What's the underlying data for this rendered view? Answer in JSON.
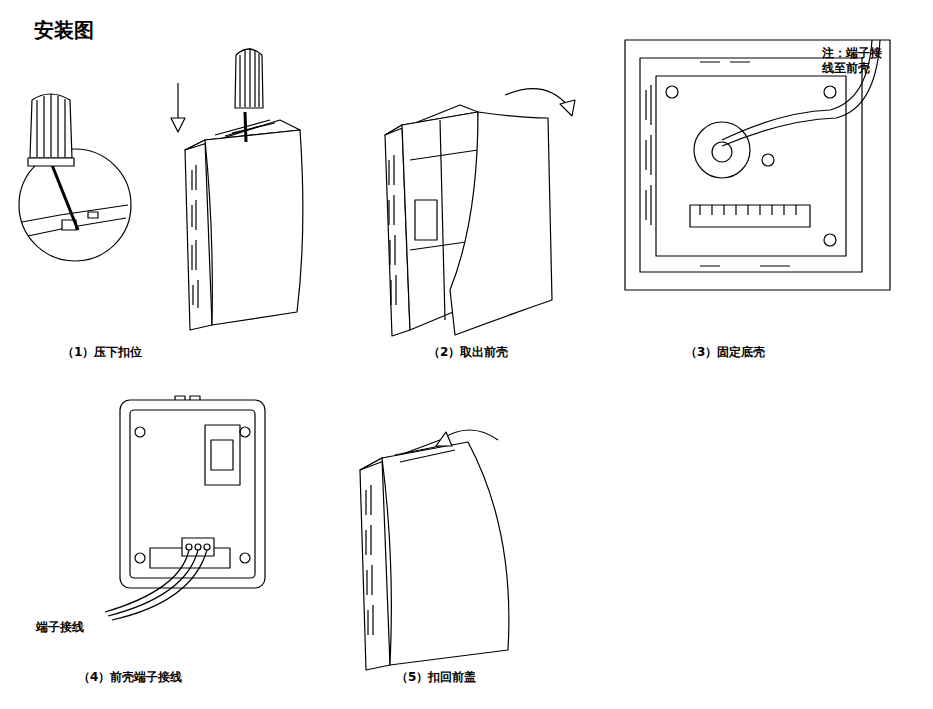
{
  "diagram": {
    "title": "安装图",
    "labels": [
      "注：端子接线至前壳",
      "（1）压下扣位",
      "（2）取出前壳",
      "（3）固定底壳",
      "端子接线",
      "（4）前壳端子接线",
      "（5）扣回前盖"
    ]
  }
}
